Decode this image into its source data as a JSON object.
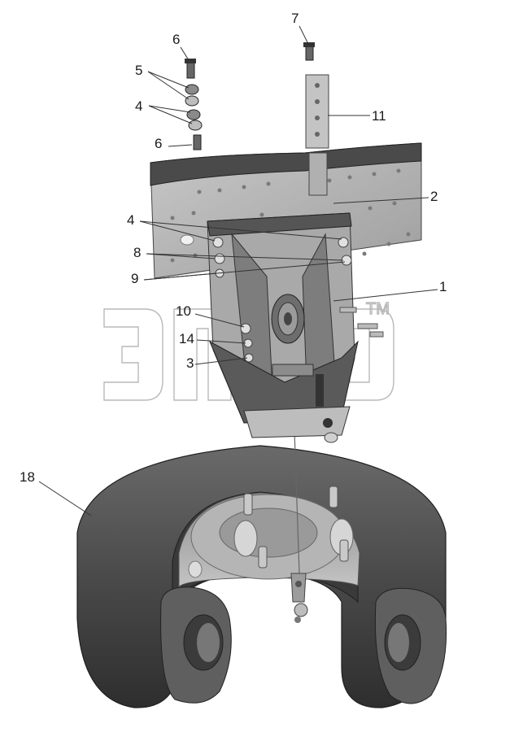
{
  "callouts": {
    "c1": "1",
    "c2": "2",
    "c3": "3",
    "c4a": "4",
    "c4b": "4",
    "c5": "5",
    "c6a": "6",
    "c6b": "6",
    "c7": "7",
    "c8": "8",
    "c9": "9",
    "c10": "10",
    "c11": "11",
    "c14": "14",
    "c18": "18"
  },
  "watermark": {
    "tm": "TM"
  },
  "colors": {
    "plate": "#b9b9b9",
    "plate_dark": "#5c5c5c",
    "tire": "#4e4e4e",
    "tire_dark": "#2c2c2c",
    "rim": "#a8a8a8",
    "watermark": "#bdbdbd"
  }
}
